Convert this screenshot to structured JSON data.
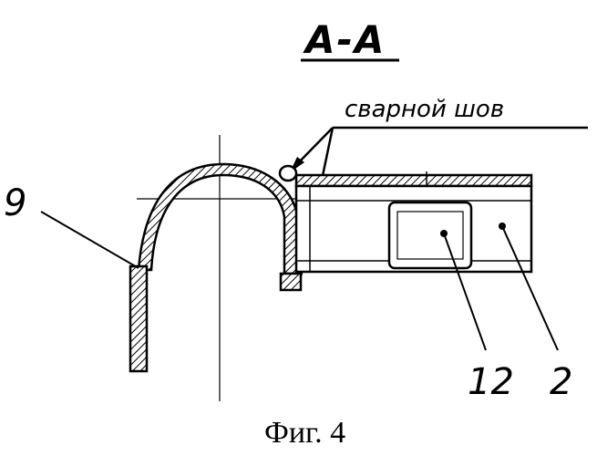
{
  "section_label": "A-A",
  "weld_label": "сварной шов",
  "callouts": {
    "part_9": "9",
    "part_12": "12",
    "part_2": "2"
  },
  "figure_caption": "Фиг. 4",
  "colors": {
    "ink": "#000000",
    "paper": "#ffffff"
  }
}
